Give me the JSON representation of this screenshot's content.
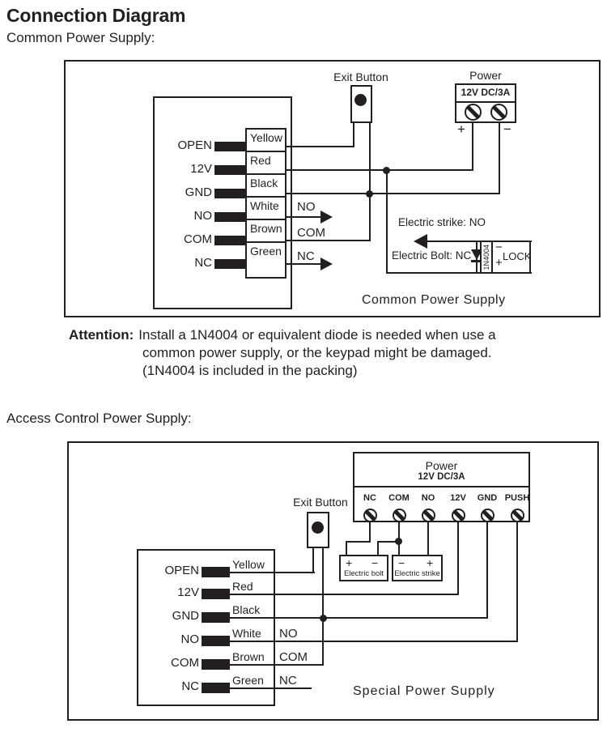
{
  "page": {
    "title": "Connection Diagram",
    "subtitle1": "Common Power Supply:",
    "subtitle2": "Access Control Power Supply:",
    "attention_label": "Attention:",
    "attention_line1": "Install a 1N4004 or equivalent diode is needed when use a",
    "attention_line2": "common power supply, or the keypad might be damaged.",
    "attention_line3": "(1N4004 is included in the packing)"
  },
  "diagram1": {
    "caption": "Common Power Supply",
    "exit_button_label": "Exit Button",
    "power_label": "Power",
    "power_rating": "12V DC/3A",
    "power_plus": "+",
    "power_minus": "−",
    "terminals": [
      "OPEN",
      "12V",
      "GND",
      "NO",
      "COM",
      "NC"
    ],
    "wire_colors": [
      "Yellow",
      "Red",
      "Black",
      "White",
      "Brown",
      "Green"
    ],
    "relay_labels": [
      "NO",
      "COM",
      "NC"
    ],
    "strike_note": "Electric strike: NO",
    "bolt_note": "Electric Bolt: NC",
    "diode_label": "1N4004",
    "lock_minus": "−",
    "lock_plus": "+",
    "lock_label": "LOCK"
  },
  "diagram2": {
    "caption": "Special Power Supply",
    "exit_button_label": "Exit Button",
    "power_label": "Power",
    "power_rating": "12V DC/3A",
    "power_terminals": [
      "NC",
      "COM",
      "NO",
      "12V",
      "GND",
      "PUSH"
    ],
    "terminals": [
      "OPEN",
      "12V",
      "GND",
      "NO",
      "COM",
      "NC"
    ],
    "wire_colors": [
      "Yellow",
      "Red",
      "Black",
      "White",
      "Brown",
      "Green"
    ],
    "relay_labels": [
      "NO",
      "COM",
      "NC"
    ],
    "bolt_plus": "+",
    "bolt_minus": "−",
    "bolt_label": "Electric bolt",
    "strike_minus": "−",
    "strike_plus": "+",
    "strike_label": "Electric strike"
  }
}
